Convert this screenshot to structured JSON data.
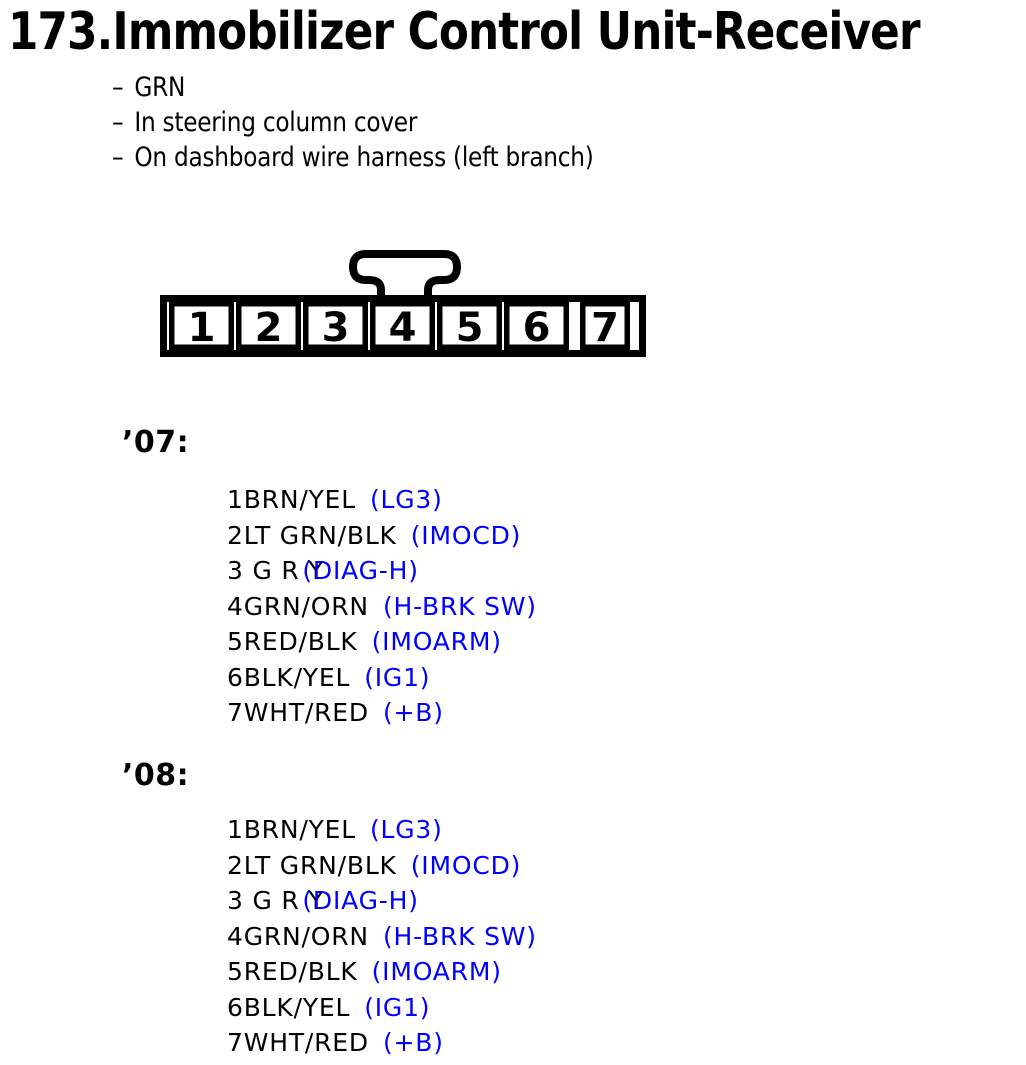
{
  "page": {
    "title": "173.Immobilizer Control Unit-Receiver",
    "bullet_dash": "–",
    "bullets": [
      "GRN",
      "In steering column cover",
      "On dashboard wire harness (left branch)"
    ]
  },
  "connector": {
    "pins": [
      "1",
      "2",
      "3",
      "4",
      "5",
      "6",
      "7"
    ]
  },
  "colors": {
    "ink": "#000000",
    "signal_blue": "#0000ff"
  },
  "sections": [
    {
      "year_label": "’07:",
      "pins": [
        {
          "label": "1BRN/YEL",
          "signal": "(LG3)"
        },
        {
          "label": "2LT GRN/BLK",
          "signal": "(IMOCD)"
        },
        {
          "label": "3 G R Y",
          "signal": "(DIAG-H)"
        },
        {
          "label": "4GRN/ORN",
          "signal": "(H-BRK SW)"
        },
        {
          "label": "5RED/BLK",
          "signal": "(IMOARM)"
        },
        {
          "label": "6BLK/YEL",
          "signal": "(IG1)"
        },
        {
          "label": "7WHT/RED",
          "signal": "(+B)"
        }
      ]
    },
    {
      "year_label": "’08:",
      "pins": [
        {
          "label": "1BRN/YEL",
          "signal": "(LG3)"
        },
        {
          "label": "2LT GRN/BLK",
          "signal": "(IMOCD)"
        },
        {
          "label": "3 G R Y",
          "signal": "(DIAG-H)"
        },
        {
          "label": "4GRN/ORN",
          "signal": "(H-BRK SW)"
        },
        {
          "label": "5RED/BLK",
          "signal": "(IMOARM)"
        },
        {
          "label": "6BLK/YEL",
          "signal": "(IG1)"
        },
        {
          "label": "7WHT/RED",
          "signal": "(+B)"
        }
      ]
    }
  ]
}
